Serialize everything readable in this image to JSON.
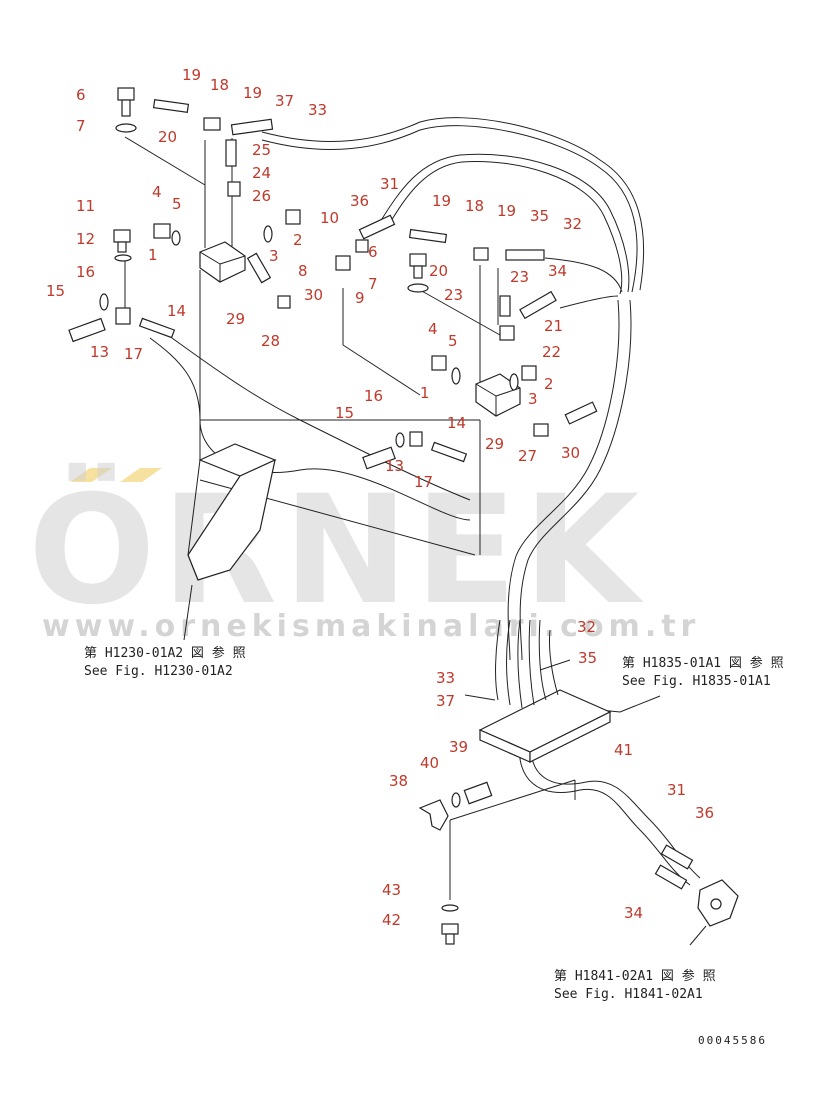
{
  "callouts": [
    {
      "id": "c1",
      "text": "6"
    },
    {
      "id": "c2",
      "text": "7"
    },
    {
      "id": "c3",
      "text": "19"
    },
    {
      "id": "c4",
      "text": "18"
    },
    {
      "id": "c5",
      "text": "19"
    },
    {
      "id": "c6",
      "text": "37"
    },
    {
      "id": "c7",
      "text": "33"
    },
    {
      "id": "c8",
      "text": "20"
    },
    {
      "id": "c9",
      "text": "25"
    },
    {
      "id": "c10",
      "text": "24"
    },
    {
      "id": "c11",
      "text": "26"
    },
    {
      "id": "c12",
      "text": "4"
    },
    {
      "id": "c13",
      "text": "5"
    },
    {
      "id": "c14",
      "text": "2"
    },
    {
      "id": "c15",
      "text": "3"
    },
    {
      "id": "c16",
      "text": "1"
    },
    {
      "id": "c17",
      "text": "11"
    },
    {
      "id": "c18",
      "text": "12"
    },
    {
      "id": "c19",
      "text": "16"
    },
    {
      "id": "c20",
      "text": "15"
    },
    {
      "id": "c21",
      "text": "14"
    },
    {
      "id": "c22",
      "text": "13"
    },
    {
      "id": "c23",
      "text": "17"
    },
    {
      "id": "c24",
      "text": "29"
    },
    {
      "id": "c25",
      "text": "30"
    },
    {
      "id": "c26",
      "text": "28"
    },
    {
      "id": "c27",
      "text": "31"
    },
    {
      "id": "c28",
      "text": "36"
    },
    {
      "id": "c29",
      "text": "10"
    },
    {
      "id": "c30",
      "text": "6"
    },
    {
      "id": "c31",
      "text": "8"
    },
    {
      "id": "c32",
      "text": "9"
    },
    {
      "id": "c33",
      "text": "19"
    },
    {
      "id": "c34",
      "text": "18"
    },
    {
      "id": "c35",
      "text": "19"
    },
    {
      "id": "c36",
      "text": "35"
    },
    {
      "id": "c37",
      "text": "32"
    },
    {
      "id": "c38",
      "text": "20"
    },
    {
      "id": "c39",
      "text": "7"
    },
    {
      "id": "c40",
      "text": "23"
    },
    {
      "id": "c41",
      "text": "23"
    },
    {
      "id": "c42",
      "text": "34"
    },
    {
      "id": "c43",
      "text": "21"
    },
    {
      "id": "c44",
      "text": "4"
    },
    {
      "id": "c45",
      "text": "5"
    },
    {
      "id": "c46",
      "text": "22"
    },
    {
      "id": "c47",
      "text": "1"
    },
    {
      "id": "c48",
      "text": "2"
    },
    {
      "id": "c49",
      "text": "3"
    },
    {
      "id": "c50",
      "text": "16"
    },
    {
      "id": "c51",
      "text": "15"
    },
    {
      "id": "c52",
      "text": "14"
    },
    {
      "id": "c53",
      "text": "13"
    },
    {
      "id": "c54",
      "text": "29"
    },
    {
      "id": "c55",
      "text": "27"
    },
    {
      "id": "c56",
      "text": "30"
    },
    {
      "id": "c57",
      "text": "17"
    },
    {
      "id": "c58",
      "text": "32"
    },
    {
      "id": "c59",
      "text": "35"
    },
    {
      "id": "c60",
      "text": "33"
    },
    {
      "id": "c61",
      "text": "37"
    },
    {
      "id": "c62",
      "text": "41"
    },
    {
      "id": "c63",
      "text": "39"
    },
    {
      "id": "c64",
      "text": "40"
    },
    {
      "id": "c65",
      "text": "38"
    },
    {
      "id": "c66",
      "text": "31"
    },
    {
      "id": "c67",
      "text": "36"
    },
    {
      "id": "c68",
      "text": "43"
    },
    {
      "id": "c69",
      "text": "42"
    },
    {
      "id": "c70",
      "text": "34"
    }
  ],
  "references": {
    "h1230_jp": "第 H1230-01A2 図 参 照",
    "h1230_en": "See Fig. H1230-01A2",
    "h1835_jp": "第 H1835-01A1 図 参 照",
    "h1835_en": "See Fig. H1835-01A1",
    "h1841_jp": "第 H1841-02A1 図 参 照",
    "h1841_en": "See Fig. H1841-02A1"
  },
  "drawing_code": "00045586",
  "watermark": {
    "brand": "ÖRNEK",
    "url": "www.ornekismakinalari.com.tr",
    "accent": "#f5d98a"
  },
  "colors": {
    "callout": "#c0392b",
    "line": "#222222"
  }
}
